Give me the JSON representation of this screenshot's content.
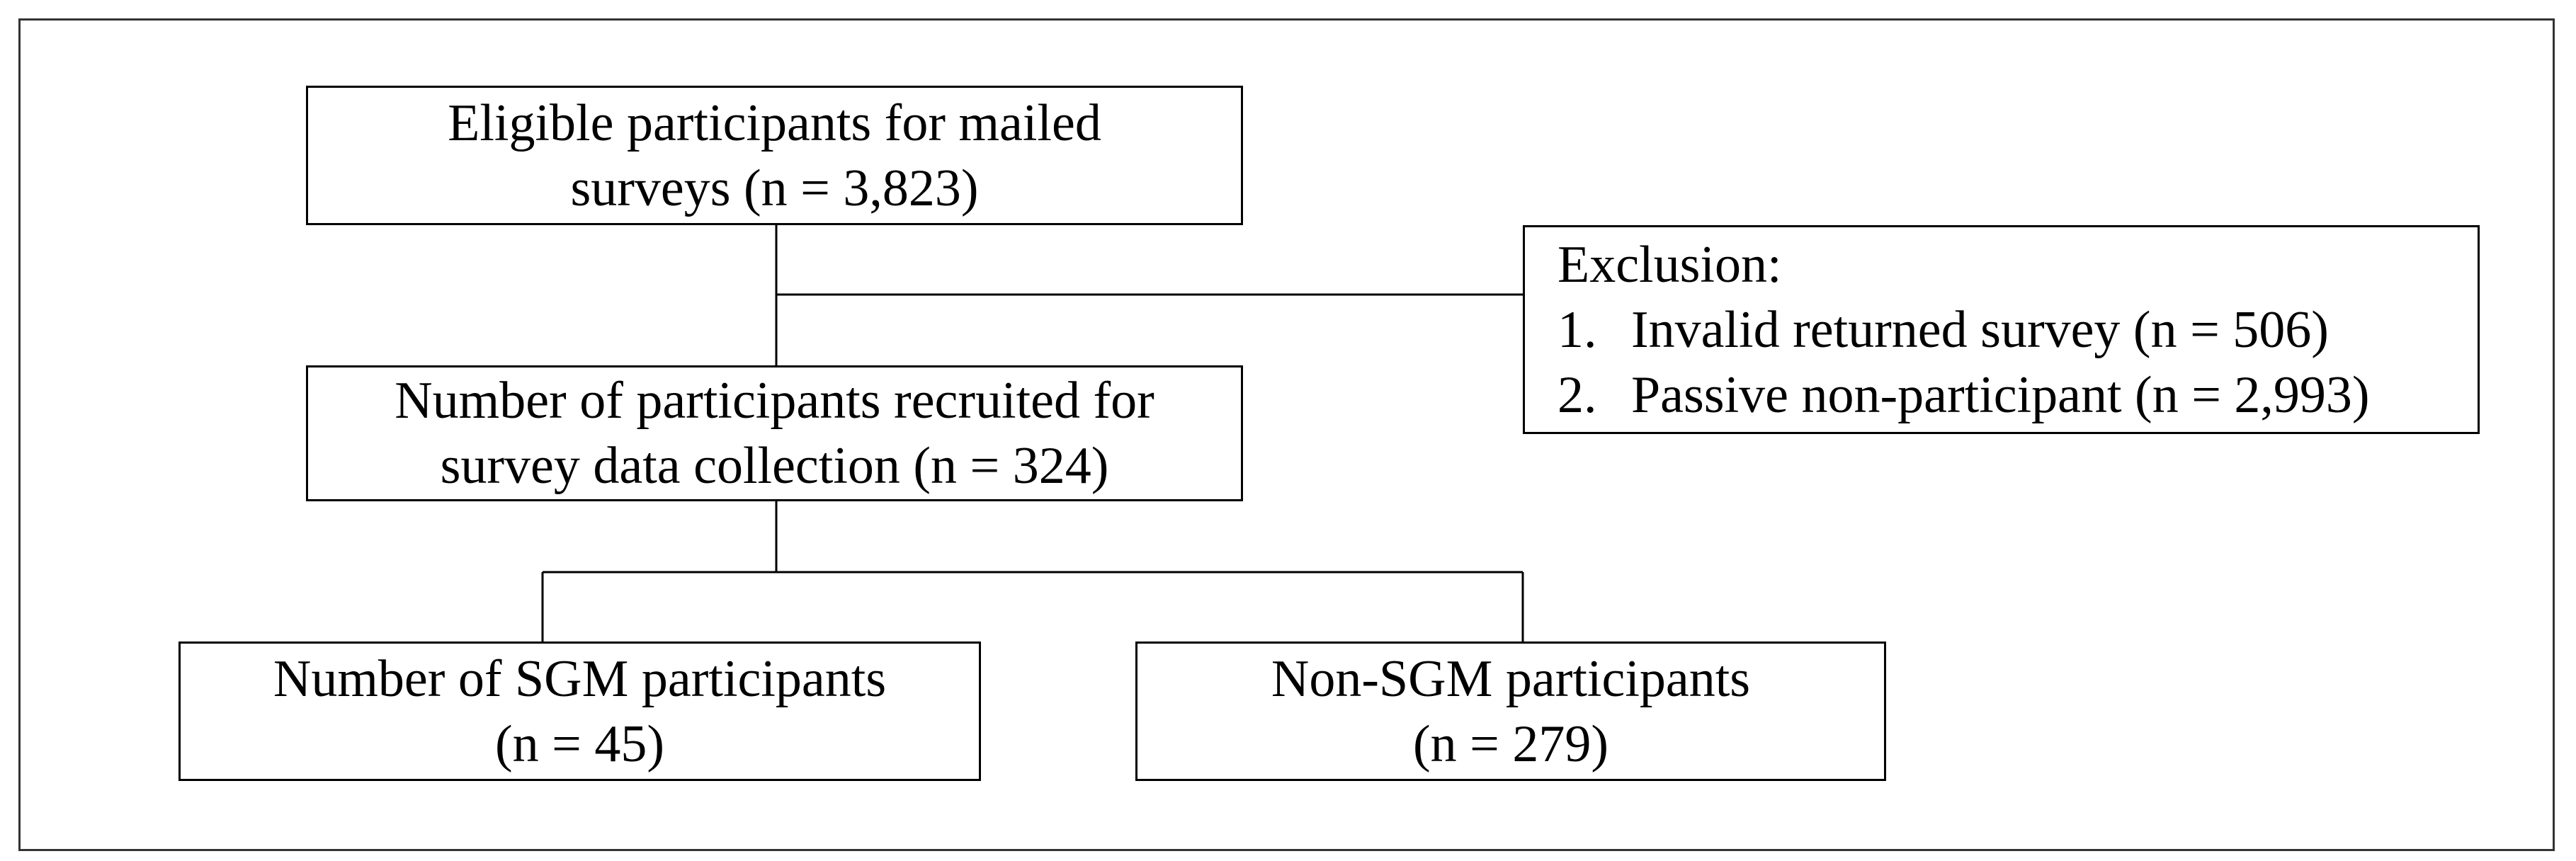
{
  "boxes": {
    "eligible": {
      "line1": "Eligible participants for mailed",
      "line2": "surveys (n = 3,823)"
    },
    "exclusion": {
      "heading": "Exclusion:",
      "items": [
        {
          "num": "1.",
          "text": "Invalid returned survey (n = 506)"
        },
        {
          "num": "2.",
          "text": "Passive non-participant (n = 2,993)"
        }
      ]
    },
    "recruited": {
      "line1": "Number of participants recruited for",
      "line2": "survey data collection (n = 324)"
    },
    "sgm": {
      "line1": "Number of SGM participants",
      "line2": "(n = 45)"
    },
    "non_sgm": {
      "line1": "Non-SGM participants",
      "line2": "(n = 279)"
    }
  }
}
